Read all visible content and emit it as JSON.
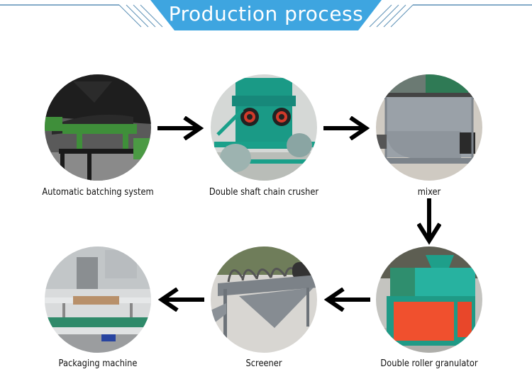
{
  "header": {
    "title": "Production process",
    "accent_color": "#3ea5e0",
    "line_color": "#5b8fb5"
  },
  "steps": [
    {
      "order": 1,
      "label": "Automatic batching system",
      "icon": "batching-system-photo"
    },
    {
      "order": 2,
      "label": "Double shaft chain crusher",
      "icon": "chain-crusher-photo"
    },
    {
      "order": 3,
      "label": "mixer",
      "icon": "mixer-photo"
    },
    {
      "order": 4,
      "label": "Double roller granulator",
      "icon": "roller-granulator-photo"
    },
    {
      "order": 5,
      "label": "Screener",
      "icon": "screener-photo"
    },
    {
      "order": 6,
      "label": "Packaging machine",
      "icon": "packaging-machine-photo"
    }
  ],
  "arrows": [
    {
      "from": 1,
      "to": 2,
      "direction": "right"
    },
    {
      "from": 2,
      "to": 3,
      "direction": "right"
    },
    {
      "from": 3,
      "to": 4,
      "direction": "down"
    },
    {
      "from": 4,
      "to": 5,
      "direction": "left"
    },
    {
      "from": 5,
      "to": 6,
      "direction": "left"
    }
  ]
}
